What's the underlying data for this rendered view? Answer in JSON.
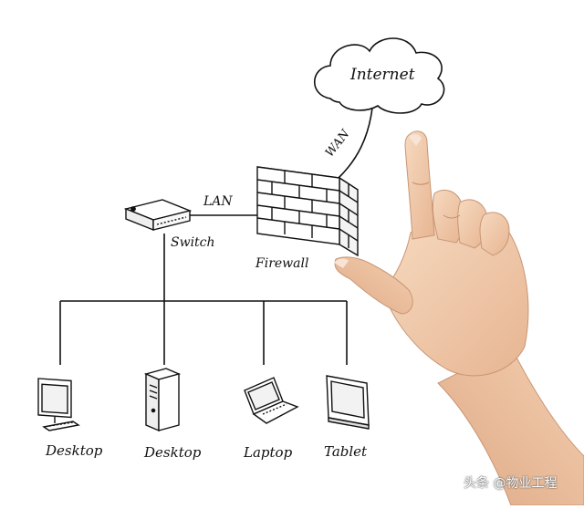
{
  "nodes": {
    "internet": "Internet",
    "wan": "WAN",
    "lan": "LAN",
    "switch": "Switch",
    "firewall": "Firewall",
    "desktop_1": "Desktop",
    "desktop_2": "Desktop",
    "laptop": "Laptop",
    "tablet": "Tablet"
  },
  "watermark": "头条 @物业工程",
  "colors": {
    "background": "#ffffff",
    "line": "#111111",
    "skin": "#f0c9a8"
  },
  "icons": [
    "cloud-icon",
    "router-switch-icon",
    "brick-firewall-icon",
    "monitor-desktop-icon",
    "tower-desktop-icon",
    "laptop-icon",
    "tablet-icon",
    "pointing-hand-icon"
  ]
}
